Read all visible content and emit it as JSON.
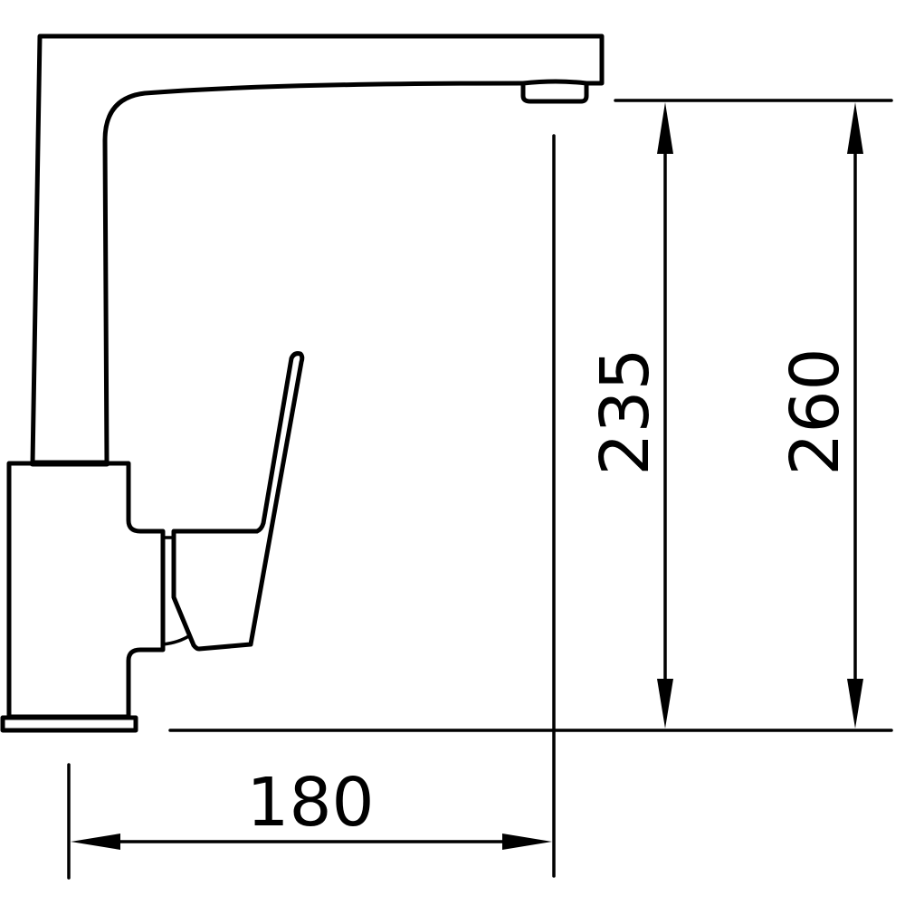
{
  "drawing": {
    "subject": "Kitchen faucet side elevation",
    "line_color": "#000000",
    "background": "#ffffff"
  },
  "dimensions": {
    "width": {
      "value": "180",
      "orientation": "horizontal"
    },
    "spout_height": {
      "value": "235",
      "orientation": "vertical"
    },
    "total_height": {
      "value": "260",
      "orientation": "vertical"
    }
  }
}
